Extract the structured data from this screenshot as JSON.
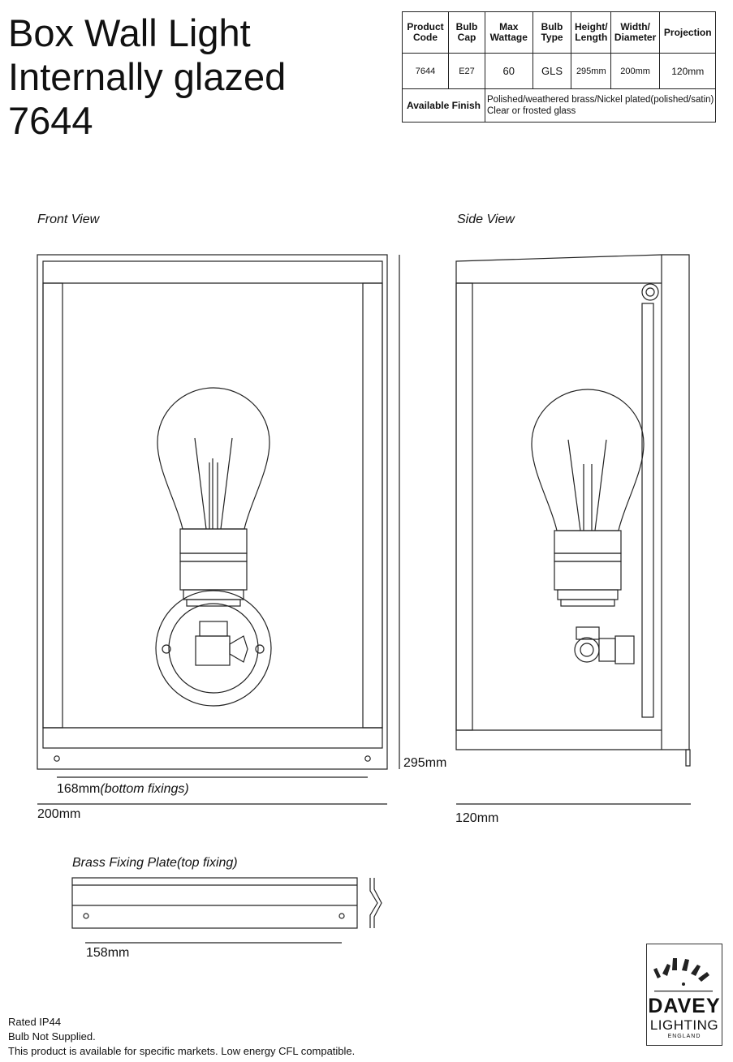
{
  "title": {
    "line1": "Box Wall Light",
    "line2": "Internally glazed",
    "line3": "7644"
  },
  "spec_table": {
    "headers": [
      [
        "Product",
        "Code"
      ],
      [
        "Bulb",
        "Cap"
      ],
      [
        "Max",
        "Wattage"
      ],
      [
        "Bulb",
        "Type"
      ],
      [
        "Height/",
        "Length"
      ],
      [
        "Width/",
        "Diameter"
      ],
      [
        "Projection",
        ""
      ]
    ],
    "values": [
      "7644",
      "E27",
      "60",
      "GLS",
      "295mm",
      "200mm",
      "120mm"
    ],
    "finish_label": "Available Finish",
    "finish_line1": "Polished/weathered brass/Nickel plated(polished/satin)",
    "finish_line2": "Clear or frosted glass"
  },
  "views": {
    "front": "Front View",
    "side": "Side View",
    "plate": "Brass Fixing Plate(top fixing)"
  },
  "dimensions": {
    "bottom_fixings_value": "168mm",
    "bottom_fixings_note": "(bottom fixings)",
    "width": "200mm",
    "height": "295mm",
    "projection": "120mm",
    "plate_width": "158mm"
  },
  "footer": [
    "Rated IP44",
    "Bulb Not Supplied.",
    "This product is available for specific markets. Low energy CFL compatible."
  ],
  "logo": {
    "brand": "DAVEY",
    "sub": "LIGHTING",
    "country": "ENGLAND"
  }
}
